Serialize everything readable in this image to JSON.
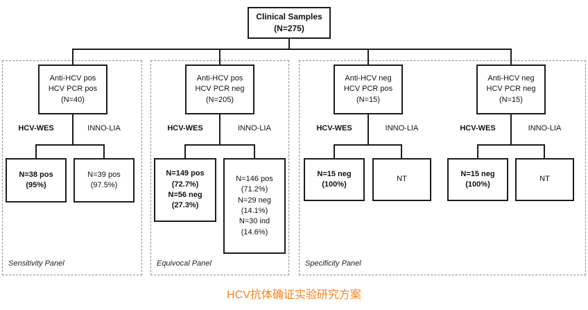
{
  "root": {
    "lines": [
      "Clinical Samples",
      "(N=275)"
    ]
  },
  "panels": [
    {
      "label": "Sensitivity Panel"
    },
    {
      "label": "Equivocal Panel"
    },
    {
      "label": "Specificity Panel"
    }
  ],
  "branches": [
    {
      "condition": [
        "Anti-HCV pos",
        "HCV PCR pos",
        "(N=40)"
      ],
      "wes_label": "HCV-WES",
      "lia_label": "INNO-LIA",
      "wes_result": [
        "N=38 pos",
        "(95%)"
      ],
      "lia_result": [
        "N=39 pos",
        "(97.5%)"
      ]
    },
    {
      "condition": [
        "Anti-HCV pos",
        "HCV PCR neg",
        "(N=205)"
      ],
      "wes_label": "HCV-WES",
      "lia_label": "INNO-LIA",
      "wes_result": [
        "N=149 pos",
        "(72.7%)",
        "N=56 neg",
        "(27.3%)"
      ],
      "lia_result": [
        "N=146 pos",
        "(71.2%)",
        "N=29 neg",
        "(14.1%)",
        "N=30 ind",
        "(14.6%)"
      ]
    },
    {
      "condition": [
        "Anti-HCV neg",
        "HCV PCR pos",
        "(N=15)"
      ],
      "wes_label": "HCV-WES",
      "lia_label": "INNO-LIA",
      "wes_result": [
        "N=15 neg",
        "(100%)"
      ],
      "lia_result": [
        "NT"
      ]
    },
    {
      "condition": [
        "Anti-HCV neg",
        "HCV PCR neg",
        "(N=15)"
      ],
      "wes_label": "HCV-WES",
      "lia_label": "INNO-LIA",
      "wes_result": [
        "N=15 neg",
        "(100%)"
      ],
      "lia_result": [
        "NT"
      ]
    }
  ],
  "caption": {
    "text": "HCV抗体确证实验研究方案",
    "color": "#f5821f"
  }
}
